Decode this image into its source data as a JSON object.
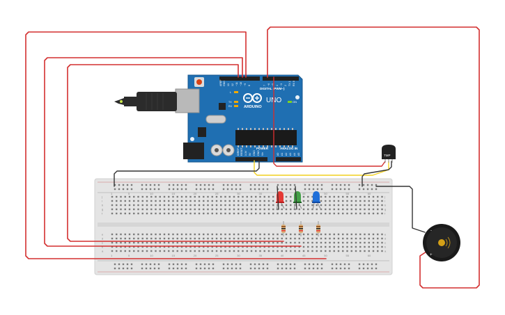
{
  "arduino": {
    "brand": "ARDUINO",
    "model": "UNO",
    "digital_label": "DIGITAL (PWM~)",
    "power_label": "POWER",
    "analog_label": "ANALOG IN",
    "on_label": "ON",
    "led_l": "L",
    "led_tx": "TX",
    "led_rx": "RX",
    "pin_aref": "AREF",
    "pin_gnd": "GND",
    "pin_13": "13",
    "pin_12": "12",
    "pin_11": "~11",
    "pin_10": "~10",
    "pin_9": "~9",
    "pin_8": "8",
    "pin_7": "7",
    "pin_6": "~6",
    "pin_5": "~5",
    "pin_4": "4",
    "pin_3": "~3",
    "pin_2": "2",
    "pin_tx": "TX 1",
    "pin_rx": "RX 0",
    "pin_ioref": "IOREF",
    "pin_reset": "RESET",
    "pin_33v": "3.3V",
    "pin_5v": "5V",
    "pin_vin": "Vin",
    "pin_a0": "A0",
    "pin_a1": "A1",
    "pin_a2": "A2",
    "pin_a3": "A3",
    "pin_a4": "A4",
    "pin_a5": "A5"
  },
  "sensor": {
    "label": "TMP"
  },
  "breadboard": {
    "row_labels_top": [
      "j",
      "i",
      "h",
      "g",
      "f"
    ],
    "row_labels_bottom": [
      "e",
      "d",
      "c",
      "b",
      "a"
    ],
    "col_numbers": [
      "1",
      "5",
      "10",
      "15",
      "20",
      "25",
      "30",
      "35",
      "40",
      "45",
      "50",
      "55",
      "60"
    ]
  },
  "buzzer": {
    "pos_label": "+",
    "neg_label": "-"
  },
  "colors": {
    "wire_red": "#d32f2f",
    "wire_black": "#333333",
    "wire_yellow": "#f2d01e",
    "board_blue": "#1f6fb2",
    "breadboard": "#e6e6e6",
    "led_red": "#e53935",
    "led_green": "#43a047",
    "led_blue": "#1e6fd9"
  }
}
